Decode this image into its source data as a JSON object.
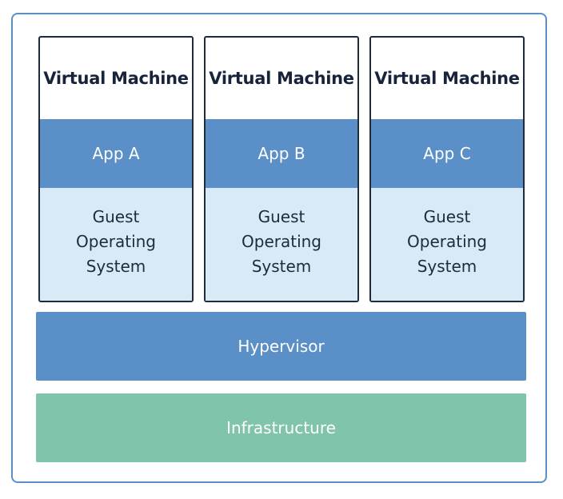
{
  "diagram": {
    "virtual_machines": [
      {
        "title": "Virtual Machine",
        "app": "App A",
        "guest_os": "Guest\nOperating\nSystem"
      },
      {
        "title": "Virtual Machine",
        "app": "App B",
        "guest_os": "Guest\nOperating\nSystem"
      },
      {
        "title": "Virtual Machine",
        "app": "App C",
        "guest_os": "Guest\nOperating\nSystem"
      }
    ],
    "hypervisor": "Hypervisor",
    "infrastructure": "Infrastructure"
  },
  "colors": {
    "frame": "#5a8fc8",
    "vm_border": "#1f2a3a",
    "app_layer": "#5a8fc8",
    "guest_os_layer": "#d9eaf7",
    "hypervisor_layer": "#5a8fc8",
    "infrastructure_layer": "#80c4aa"
  }
}
